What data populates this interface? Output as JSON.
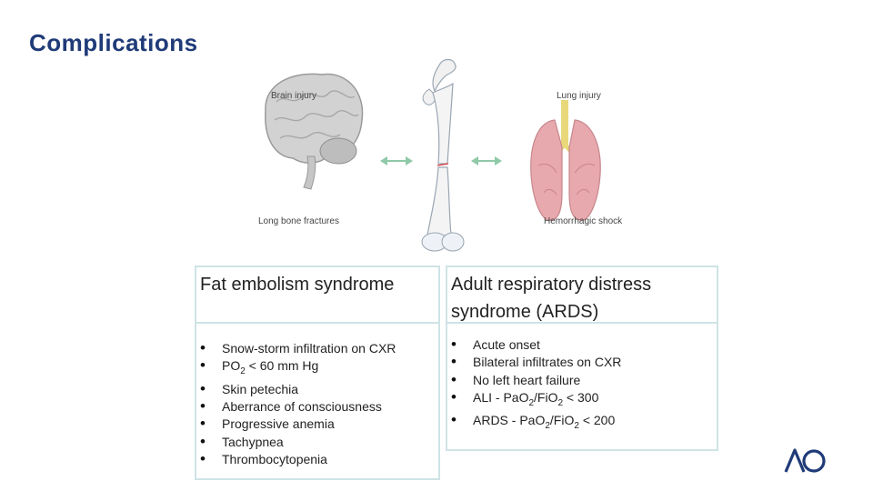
{
  "page": {
    "title": "Complications"
  },
  "figure": {
    "labels": {
      "brain": "Brain injury",
      "lung": "Lung injury",
      "fracture": "Long bone fractures",
      "shock": "Hemorrhagic shock"
    }
  },
  "boxes": [
    {
      "title": "Fat embolism syndrome",
      "items": [
        "Snow-storm infiltration on CXR",
        "PO2 < 60 mm Hg",
        "Skin petechia",
        "Aberrance of consciousness",
        "Progressive anemia",
        "Tachypnea",
        "Thrombocytopenia"
      ]
    },
    {
      "title_line1": "Adult respiratory distress",
      "title_line2": "syndrome (ARDS)",
      "items": [
        "Acute onset",
        "Bilateral infiltrates on CXR",
        "No left heart failure",
        "ALI - PaO2/FiO2 < 300",
        "ARDS - PaO2/FiO2 < 200"
      ]
    }
  ],
  "logo": {
    "text": "AO",
    "color": "#1f3b78"
  },
  "colors": {
    "title": "#1f3b78",
    "box_border": "#cfe3e6",
    "arrow": "#8fc9a8",
    "lung": "#e7a9ad",
    "brain": "#c9c9c9"
  }
}
